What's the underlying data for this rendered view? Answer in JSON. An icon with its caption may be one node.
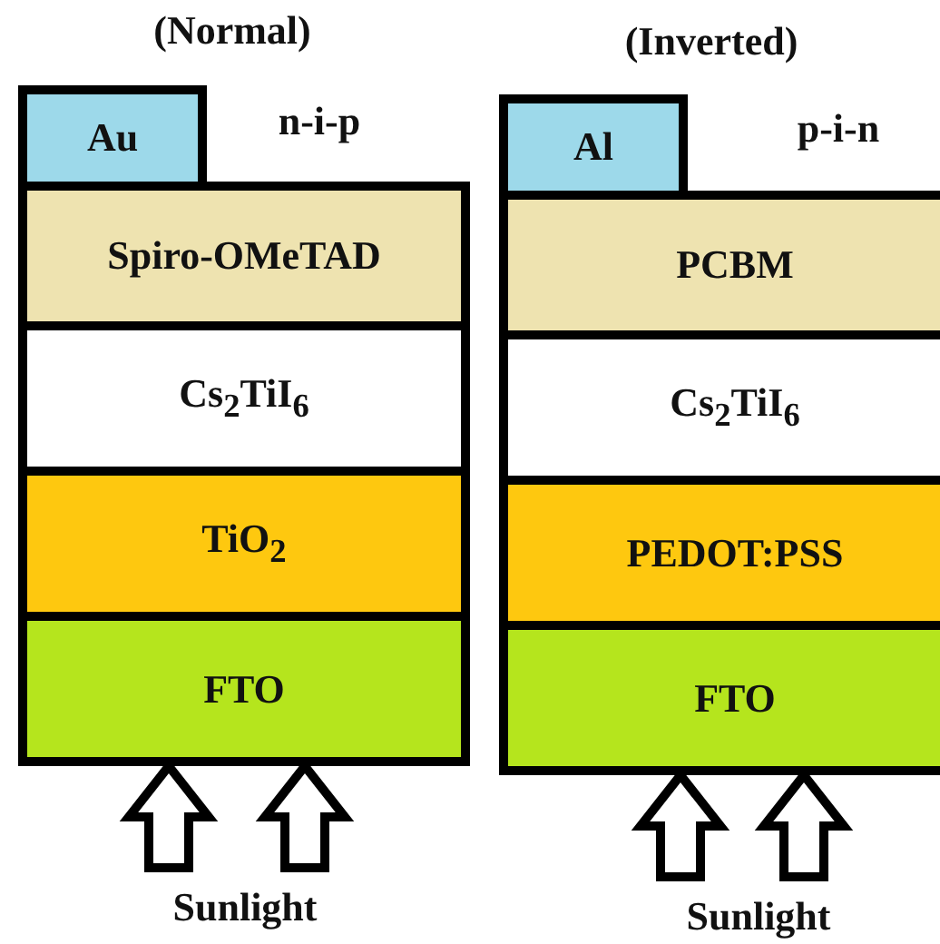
{
  "diagram": {
    "nodes": [
      {
        "text": [
          "Au"
        ]
      },
      {
        "text": [
          "Spiro-OMeTAD"
        ]
      },
      {
        "text": [
          "Cs$_{2}$TiI$_{6}$"
        ]
      },
      {
        "text": [
          "TiO$_{2}$"
        ]
      },
      {
        "text": [
          "FTO"
        ]
      },
      {
        "text": [
          "Al"
        ]
      },
      {
        "text": [
          "PCBM"
        ]
      },
      {
        "text": [
          "Cs$_{2}$TiI$_{6}$"
        ]
      },
      {
        "text": [
          "PEDOT:PSS"
        ]
      },
      {
        "text": [
          "FTO"
        ]
      }
    ],
    "edges": [
      {
        "from": null,
        "to": 4,
        "arrow": "to"
      },
      {
        "from": null,
        "to": 4,
        "arrow": "to"
      },
      {
        "from": null,
        "to": 9,
        "arrow": "to"
      },
      {
        "from": null,
        "to": 9,
        "arrow": "to"
      }
    ],
    "labels": [
      "(Normal)",
      "n-i-p",
      "(Inverted)",
      "p-i-n",
      "Sunlight",
      "Sunlight"
    ]
  }
}
